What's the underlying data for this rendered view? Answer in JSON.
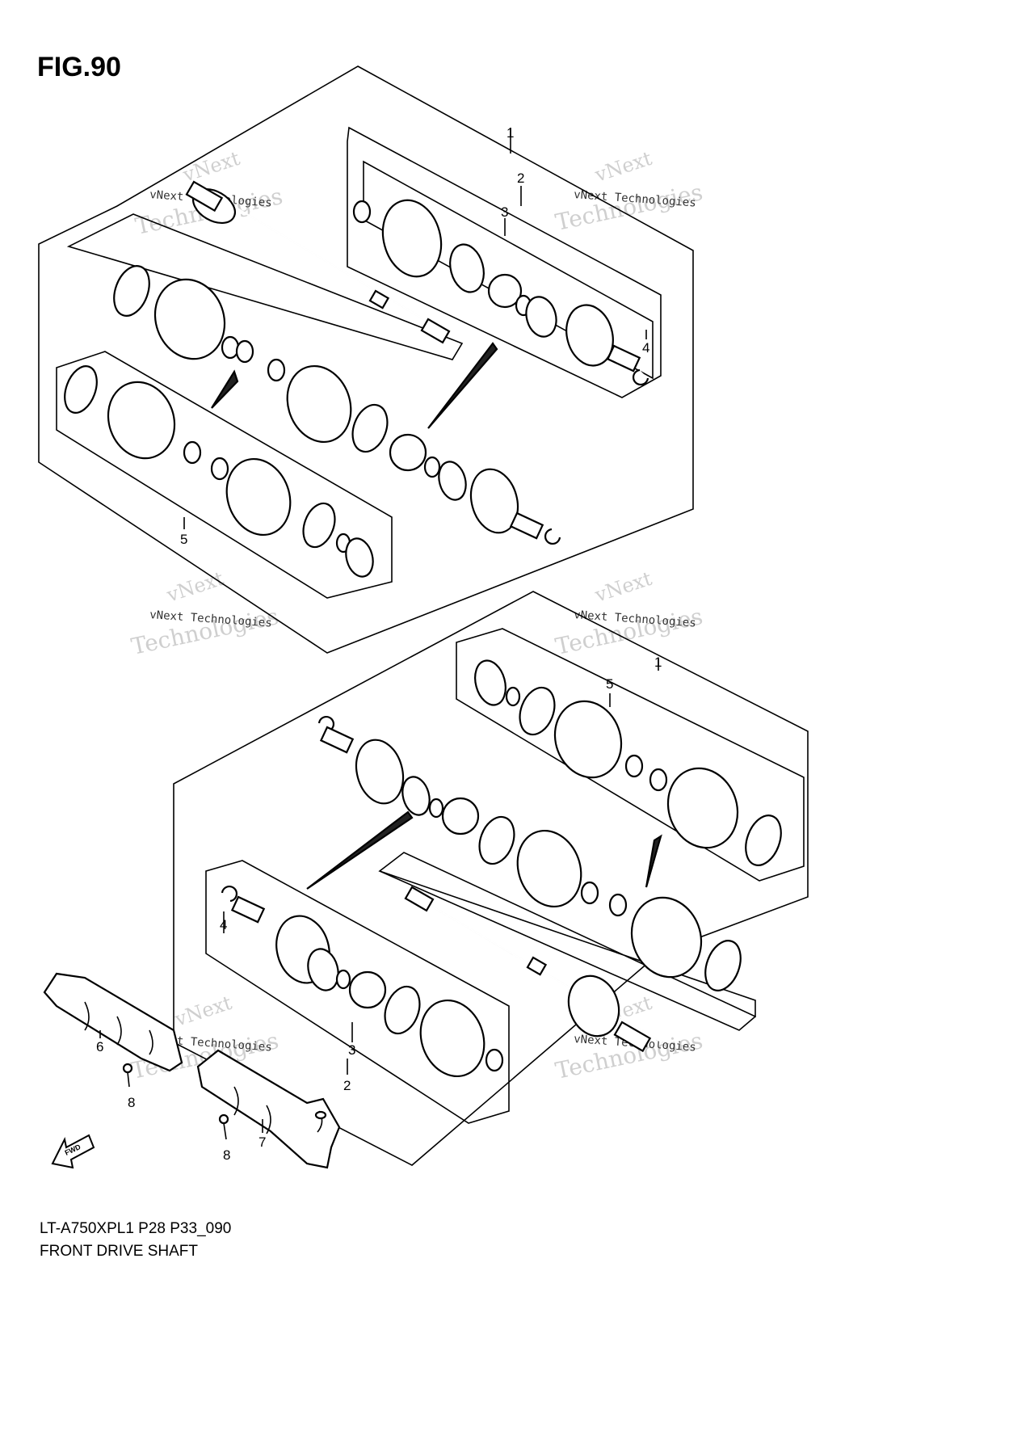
{
  "figure": {
    "title": "FIG.90",
    "model_code": "LT-A750XPL1 P28 P33_090",
    "section_name": "FRONT DRIVE SHAFT"
  },
  "callouts": {
    "n1": "1",
    "n2": "2",
    "n3": "3",
    "n4": "4",
    "n5": "5",
    "n6": "6",
    "n7": "7",
    "n8": "8"
  },
  "watermark": {
    "line1": "vNext",
    "line2": "Technologies",
    "caption": "vNext Technologies"
  },
  "fwd_label": "FWD"
}
